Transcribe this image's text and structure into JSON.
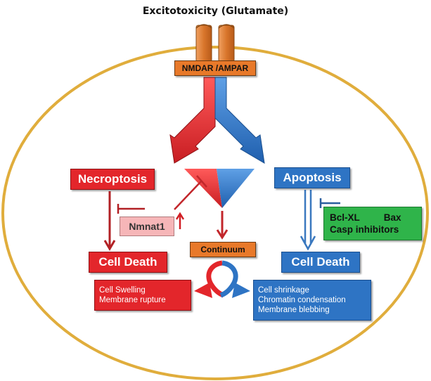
{
  "title": "Excitotoxicity (Glutamate)",
  "receptor": "NMDAR /AMPAR",
  "necroptosis": "Necroptosis",
  "apoptosis": "Apoptosis",
  "nmnat1": "Nmnat1",
  "bcl": {
    "bclxl": "Bcl-XL",
    "bax": "Bax",
    "casp": "Casp inhibitors"
  },
  "cell_death_left": "Cell Death",
  "cell_death_right": "Cell Death",
  "continuum": "Continuum",
  "necrosis_features": [
    "Cell Swelling",
    "Membrane rupture"
  ],
  "apoptosis_features": [
    "Cell shrinkage",
    "Chromatin condensation",
    "Membrane blebbing"
  ],
  "colors": {
    "red": "#e3262b",
    "blue": "#2e74c4",
    "orange": "#e8792a",
    "green": "#2fb44a",
    "pink": "#f6b6b8",
    "cell_border": "#e0ad3c"
  }
}
